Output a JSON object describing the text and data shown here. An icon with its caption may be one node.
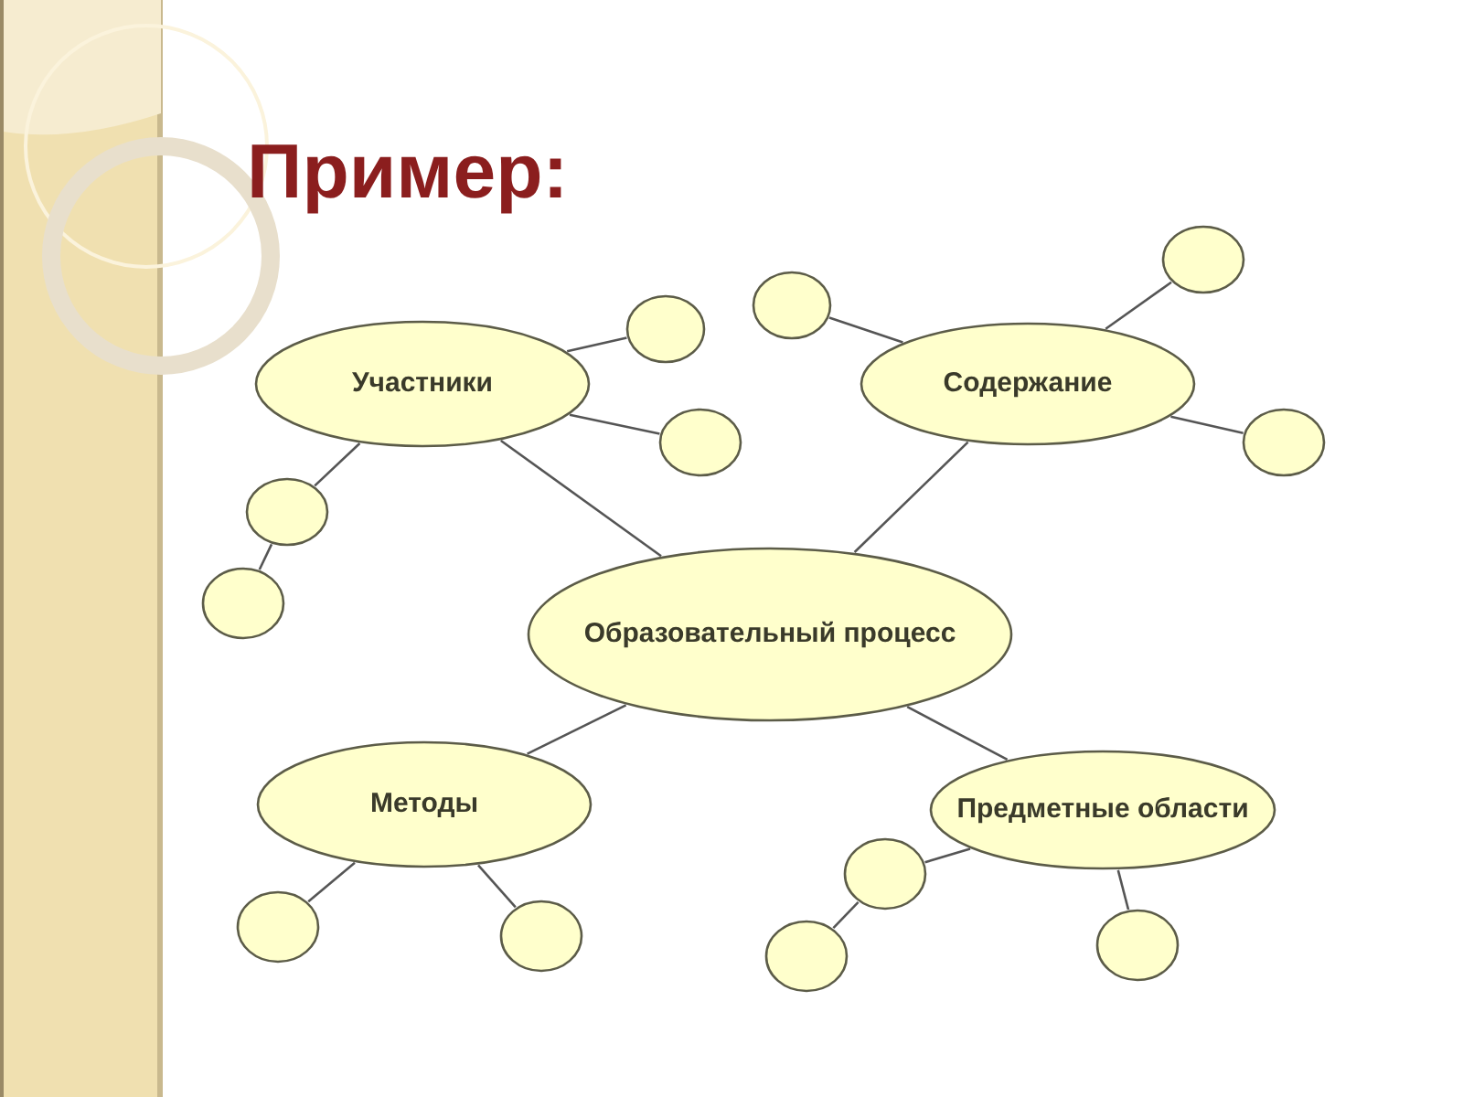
{
  "diagram": {
    "title": "Пример:",
    "nodes": [
      {
        "text": [
          "Участники"
        ]
      },
      {
        "text": [
          "Содержание"
        ]
      },
      {
        "text": [
          "Образовательный процесс"
        ]
      },
      {
        "text": [
          "Методы"
        ]
      },
      {
        "text": [
          "Предметные области"
        ]
      },
      {
        "text": [],
        "shape": "circle"
      },
      {
        "text": [],
        "shape": "circle"
      },
      {
        "text": [],
        "shape": "circle"
      },
      {
        "text": [],
        "shape": "circle"
      },
      {
        "text": [],
        "shape": "circle"
      },
      {
        "text": [],
        "shape": "circle"
      },
      {
        "text": [],
        "shape": "circle"
      },
      {
        "text": [],
        "shape": "circle"
      },
      {
        "text": [],
        "shape": "circle"
      },
      {
        "text": [],
        "shape": "circle"
      },
      {
        "text": [],
        "shape": "circle"
      },
      {
        "text": [],
        "shape": "circle"
      }
    ],
    "edges": [
      {
        "from": 0,
        "to": 7,
        "arrow": "none"
      },
      {
        "from": 0,
        "to": 8,
        "arrow": "none"
      },
      {
        "from": 0,
        "to": 10,
        "arrow": "none"
      },
      {
        "from": 10,
        "to": 11,
        "arrow": "none"
      },
      {
        "from": 0,
        "to": 2,
        "arrow": "none"
      },
      {
        "from": 1,
        "to": 6,
        "arrow": "none"
      },
      {
        "from": 1,
        "to": 5,
        "arrow": "none"
      },
      {
        "from": 1,
        "to": 9,
        "arrow": "none"
      },
      {
        "from": 1,
        "to": 2,
        "arrow": "none"
      },
      {
        "from": 2,
        "to": 3,
        "arrow": "none"
      },
      {
        "from": 2,
        "to": 4,
        "arrow": "none"
      },
      {
        "from": 3,
        "to": 13,
        "arrow": "none"
      },
      {
        "from": 3,
        "to": 14,
        "arrow": "none"
      },
      {
        "from": 4,
        "to": 12,
        "arrow": "none"
      },
      {
        "from": 12,
        "to": 16,
        "arrow": "none"
      },
      {
        "from": 4,
        "to": 15,
        "arrow": "none"
      }
    ]
  }
}
